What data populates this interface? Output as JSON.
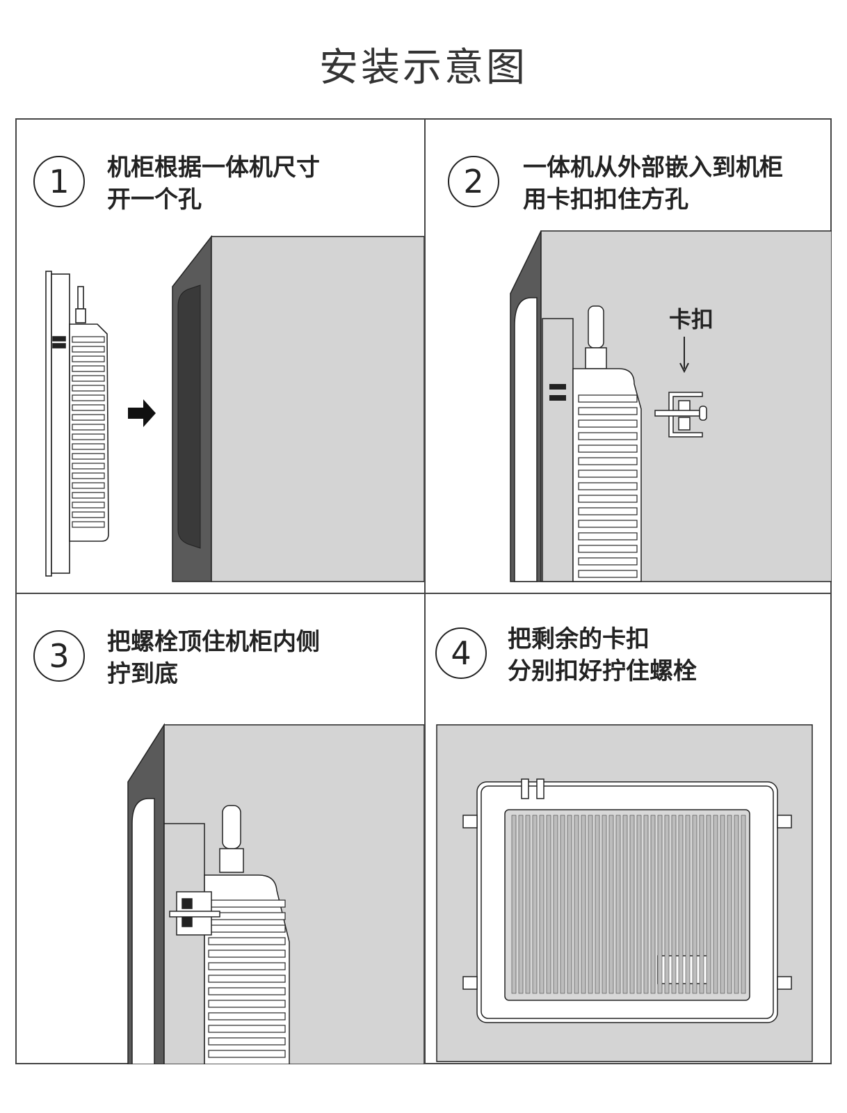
{
  "page": {
    "title": "安装示意图"
  },
  "steps": [
    {
      "number": "1",
      "line1": "机柜根据一体机尺寸",
      "line2": "开一个孔"
    },
    {
      "number": "2",
      "line1": "一体机从外部嵌入到机柜",
      "line2": "用卡扣扣住方孔"
    },
    {
      "number": "3",
      "line1": "把螺栓顶住机柜内侧",
      "line2": "拧到底"
    },
    {
      "number": "4",
      "line1": "把剩余的卡扣",
      "line2": "分别扣好拧住螺栓"
    }
  ],
  "callouts": {
    "clip_label": "卡扣"
  },
  "colors": {
    "cabinet_gray": "#d4d4d4",
    "cabinet_side": "#555555",
    "hole": "#3a3a3a",
    "line": "#222222"
  }
}
